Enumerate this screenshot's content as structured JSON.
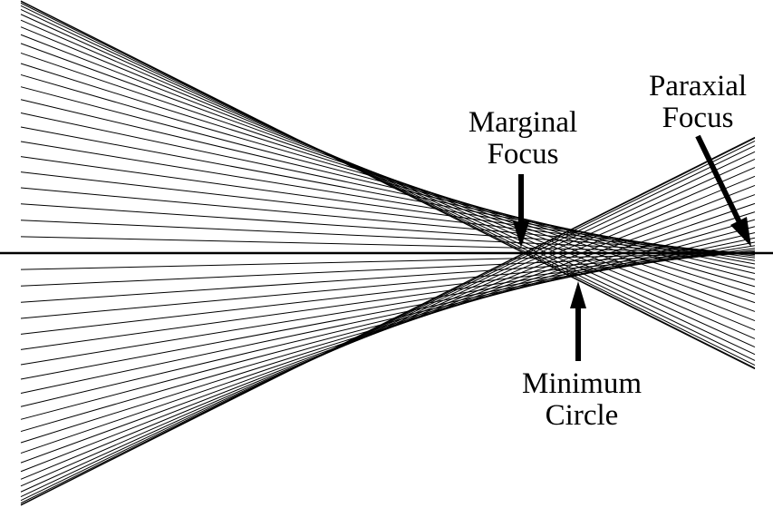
{
  "labels": {
    "marginal": {
      "line1": "Marginal",
      "line2": "Focus"
    },
    "paraxial": {
      "line1": "Paraxial",
      "line2": "Focus"
    },
    "minimum": {
      "line1": "Minimum",
      "line2": "Circle"
    }
  },
  "rays": {
    "count_per_side": 24
  },
  "colors": {
    "stroke": "#000000",
    "background": "#ffffff"
  }
}
